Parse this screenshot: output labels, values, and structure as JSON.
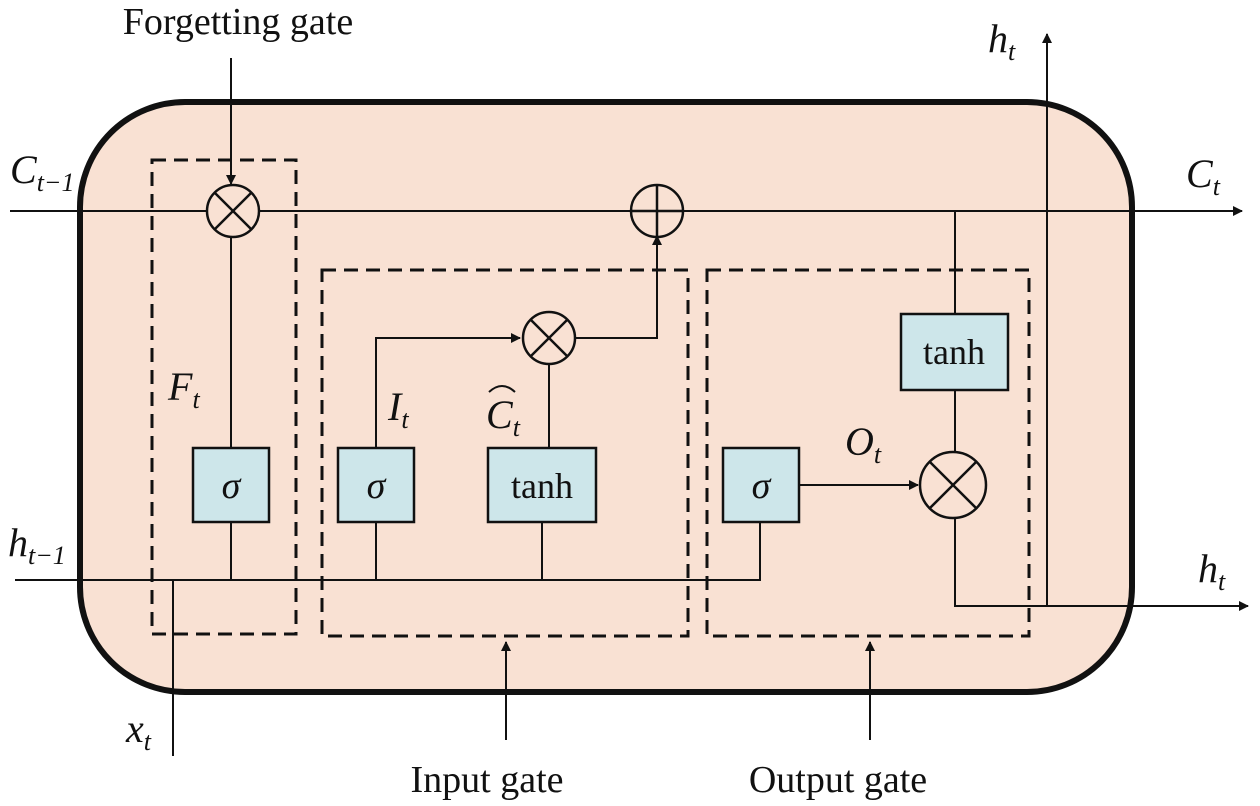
{
  "labels": {
    "forget_gate": "Forgetting gate",
    "input_gate": "Input gate",
    "output_gate": "Output gate"
  },
  "symbols": {
    "c_prev": {
      "main": "C",
      "sub": "t−1"
    },
    "c_next": {
      "main": "C",
      "sub": "t"
    },
    "h_prev": {
      "main": "h",
      "sub": "t−1"
    },
    "h_out_top": {
      "main": "h",
      "sub": "t"
    },
    "h_out_right": {
      "main": "h",
      "sub": "t"
    },
    "x_in": {
      "main": "x",
      "sub": "t"
    },
    "f_t": {
      "main": "F",
      "sub": "t"
    },
    "i_t": {
      "main": "I",
      "sub": "t"
    },
    "c_hat": {
      "main": "C",
      "sub": "t"
    },
    "o_t": {
      "main": "O",
      "sub": "t"
    }
  },
  "boxes": {
    "sigma_forget": "σ",
    "sigma_input": "σ",
    "tanh_input": "tanh",
    "sigma_output": "σ",
    "tanh_output": "tanh"
  },
  "colors": {
    "cell_fill": "#f9e1d3",
    "box_fill": "#cde6ea",
    "stroke": "#111111"
  }
}
